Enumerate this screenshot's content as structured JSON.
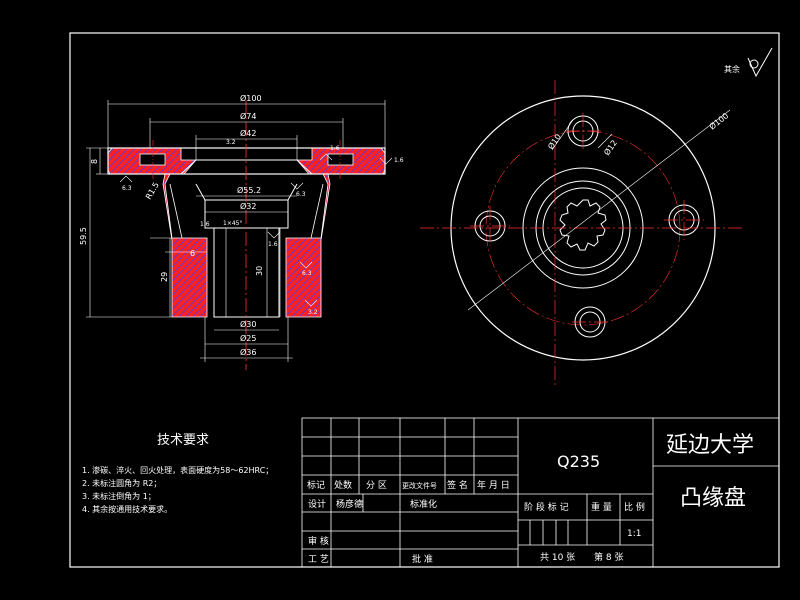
{
  "drawing": {
    "surface_mark": "其余",
    "section_dims": {
      "d100": "Ø100",
      "d74": "Ø74",
      "d42": "Ø42",
      "d55": "Ø55.2",
      "d32": "Ø32",
      "d30": "Ø30",
      "d25": "Ø25",
      "d36": "Ø36",
      "h595": "59.5",
      "h8": "8",
      "h6": "6",
      "h29": "29",
      "h30": "30",
      "r15": "R1.5",
      "chamfer": "1×45°"
    },
    "roughness": {
      "top": "3.2",
      "r1": "6.3",
      "r2": "1.6",
      "r3": "6.3",
      "r4": "1.6",
      "r5": "1.6",
      "r6": "6.3",
      "r7": "3.2",
      "r8": "1.6"
    },
    "front_dims": {
      "d10": "Ø10",
      "d12": "Ø12",
      "d100": "Ø100"
    }
  },
  "tech": {
    "title": "技术要求",
    "items": [
      "1. 渗碳、淬火、回火处理，表面硬度为58～62HRC；",
      "2. 未标注圆角为 R2；",
      "3. 未标注倒角为 1；",
      "4. 其余按通用技术要求。"
    ]
  },
  "titleblock": {
    "material": "Q235",
    "school": "延边大学",
    "part_name": "凸缘盘",
    "hdr_mark": "标记",
    "hdr_count": "处数",
    "hdr_zone": "分 区",
    "hdr_doc": "更改文件号",
    "hdr_sign": "签 名",
    "hdr_date": "年 月 日",
    "design": "设计",
    "designer": "杨彦德",
    "standard": "标准化",
    "stage": "阶 段 标 记",
    "weight": "重 量",
    "scale_lbl": "比 例",
    "scale": "1:1",
    "review": "审 核",
    "process": "工 艺",
    "approve": "批 准",
    "sheets": "共 10 张",
    "sheet_no": "第 8 张"
  },
  "colors": {
    "background": "#000000",
    "line": "#ffffff",
    "center": "#ff0000",
    "section_fill": "#ff0000",
    "hatch": "#5050ff"
  }
}
